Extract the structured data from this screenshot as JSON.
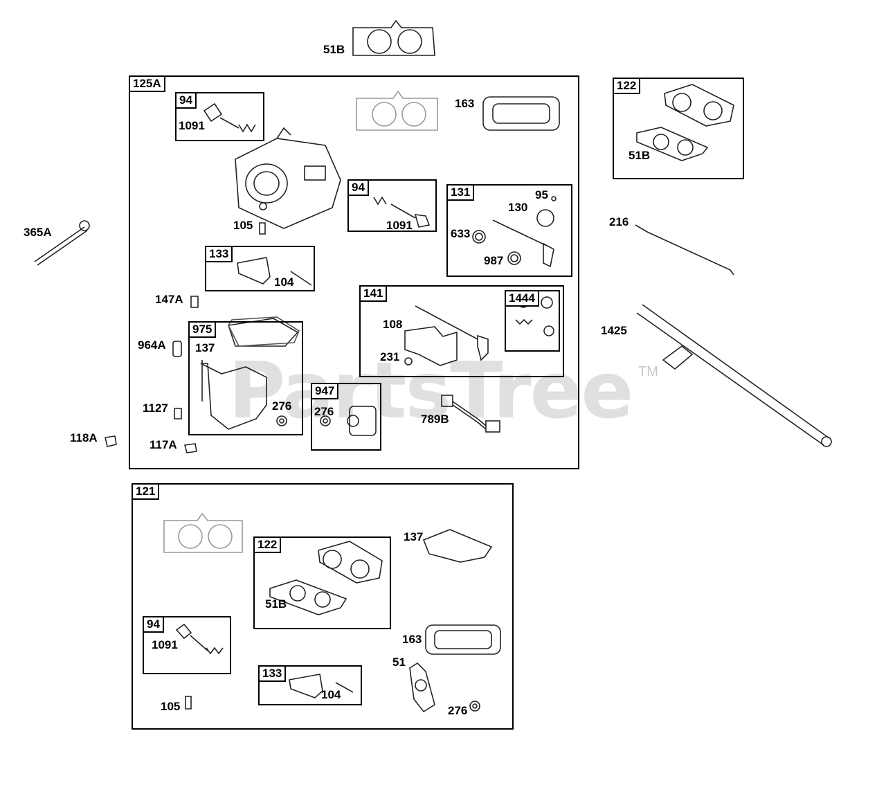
{
  "watermark": {
    "text": "PartsTree",
    "trademark": "TM"
  },
  "groups": {
    "g125A": "125A",
    "g94a": "94",
    "g94b": "94",
    "g133a": "133",
    "g131": "131",
    "g141": "141",
    "g1444": "1444",
    "g975": "975",
    "g947": "947",
    "g122a": "122",
    "g121": "121",
    "g122b": "122",
    "g94c": "94",
    "g133b": "133"
  },
  "labels": {
    "l51B_top": "51B",
    "l163_a": "163",
    "l1091_a": "1091",
    "l105_a": "105",
    "l1091_b": "1091",
    "l95": "95",
    "l130": "130",
    "l633": "633",
    "l987": "987",
    "l104_a": "104",
    "l147A": "147A",
    "l108": "108",
    "l231": "231",
    "l964A": "964A",
    "l137_a": "137",
    "l1127": "1127",
    "l276_a": "276",
    "l276_b": "276",
    "l789B": "789B",
    "l118A": "118A",
    "l117A": "117A",
    "l365A": "365A",
    "l51B_r": "51B",
    "l216": "216",
    "l1425": "1425",
    "l137_b": "137",
    "l51B_b": "51B",
    "l1091_c": "1091",
    "l163_b": "163",
    "l51": "51",
    "l104_b": "104",
    "l105_b": "105",
    "l276_c": "276"
  }
}
